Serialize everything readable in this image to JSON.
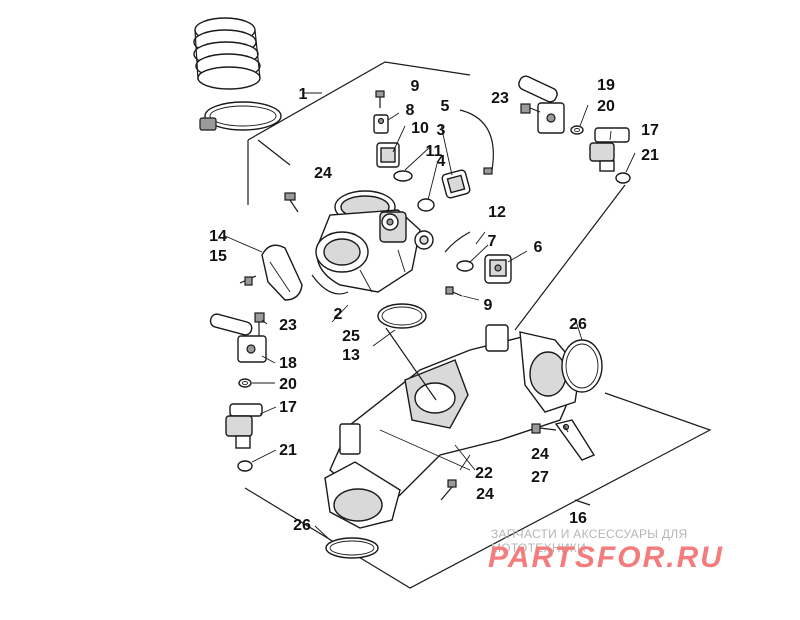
{
  "callouts": {
    "c1": "1",
    "c2": "2",
    "c3": "3",
    "c4": "4",
    "c5": "5",
    "c6": "6",
    "c7": "7",
    "c8": "8",
    "c9a": "9",
    "c9b": "9",
    "c10": "10",
    "c11": "11",
    "c12": "12",
    "c13": "13",
    "c14": "14",
    "c15": "15",
    "c16": "16",
    "c17a": "17",
    "c17b": "17",
    "c18": "18",
    "c19": "19",
    "c20a": "20",
    "c20b": "20",
    "c21a": "21",
    "c21b": "21",
    "c22": "22",
    "c23a": "23",
    "c23b": "23",
    "c24a": "24",
    "c24b": "24",
    "c24c": "24",
    "c25": "25",
    "c26a": "26",
    "c26b": "26",
    "c27": "27"
  },
  "watermark": {
    "caption": "ЗАПЧАСТИ И АКСЕССУАРЫ ДЛЯ МОТОТЕХНИКИ",
    "logo": "PARTSFOR.RU"
  }
}
